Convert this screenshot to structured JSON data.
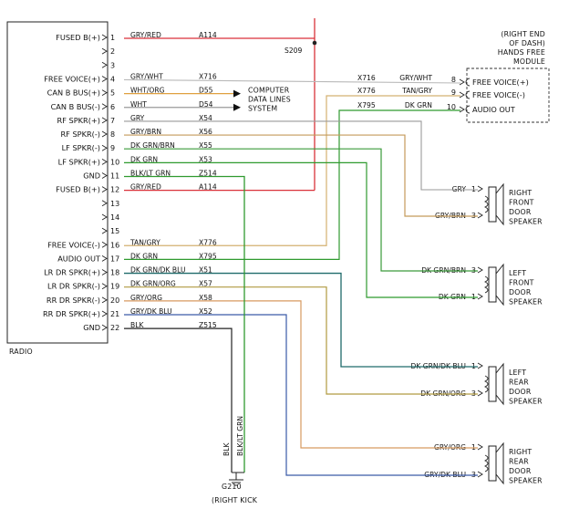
{
  "radio": {
    "name": "RADIO",
    "pins": [
      {
        "num": "1",
        "label": "FUSED B(+)",
        "color": "GRY/RED",
        "circuit": "A114"
      },
      {
        "num": "2",
        "label": "",
        "color": "",
        "circuit": ""
      },
      {
        "num": "3",
        "label": "",
        "color": "",
        "circuit": ""
      },
      {
        "num": "4",
        "label": "FREE VOICE(+)",
        "color": "GRY/WHT",
        "circuit": "X716"
      },
      {
        "num": "5",
        "label": "CAN B BUS(+)",
        "color": "WHT/ORG",
        "circuit": "D55"
      },
      {
        "num": "6",
        "label": "CAN B BUS(-)",
        "color": "WHT",
        "circuit": "D54"
      },
      {
        "num": "7",
        "label": "RF SPKR(+)",
        "color": "GRY",
        "circuit": "X54"
      },
      {
        "num": "8",
        "label": "RF SPKR(-)",
        "color": "GRY/BRN",
        "circuit": "X56"
      },
      {
        "num": "9",
        "label": "LF SPKR(-)",
        "color": "DK GRN/BRN",
        "circuit": "X55"
      },
      {
        "num": "10",
        "label": "LF SPKR(+)",
        "color": "DK GRN",
        "circuit": "X53"
      },
      {
        "num": "11",
        "label": "GND",
        "color": "BLK/LT GRN",
        "circuit": "Z514"
      },
      {
        "num": "12",
        "label": "FUSED B(+)",
        "color": "GRY/RED",
        "circuit": "A114"
      },
      {
        "num": "13",
        "label": "",
        "color": "",
        "circuit": ""
      },
      {
        "num": "14",
        "label": "",
        "color": "",
        "circuit": ""
      },
      {
        "num": "15",
        "label": "",
        "color": "",
        "circuit": ""
      },
      {
        "num": "16",
        "label": "FREE VOICE(-)",
        "color": "TAN/GRY",
        "circuit": "X776"
      },
      {
        "num": "17",
        "label": "AUDIO OUT",
        "color": "DK GRN",
        "circuit": "X795"
      },
      {
        "num": "18",
        "label": "LR DR SPKR(+)",
        "color": "DK GRN/DK BLU",
        "circuit": "X51"
      },
      {
        "num": "19",
        "label": "LR DR SPKR(-)",
        "color": "DK GRN/ORG",
        "circuit": "X57"
      },
      {
        "num": "20",
        "label": "RR DR SPKR(-)",
        "color": "GRY/ORG",
        "circuit": "X58"
      },
      {
        "num": "21",
        "label": "RR DR SPKR(+)",
        "color": "GRY/DK BLU",
        "circuit": "X52"
      },
      {
        "num": "22",
        "label": "GND",
        "color": "BLK",
        "circuit": "Z515"
      }
    ]
  },
  "splice": "S209",
  "data_lines": [
    "COMPUTER",
    "DATA LINES",
    "SYSTEM"
  ],
  "module": {
    "title": [
      "(RIGHT END",
      "OF DASH)",
      "HANDS FREE",
      "MODULE"
    ],
    "pins": [
      {
        "num": "8",
        "label": "FREE VOICE(+)",
        "color": "GRY/WHT",
        "circuit": "X716"
      },
      {
        "num": "9",
        "label": "FREE VOICE(-)",
        "color": "TAN/GRY",
        "circuit": "X776"
      },
      {
        "num": "10",
        "label": "AUDIO OUT",
        "color": "DK GRN",
        "circuit": "X795"
      }
    ]
  },
  "speakers": [
    {
      "name": [
        "RIGHT",
        "FRONT",
        "DOOR",
        "SPEAKER"
      ],
      "pins": [
        {
          "num": "1",
          "color": "GRY"
        },
        {
          "num": "3",
          "color": "GRY/BRN"
        }
      ]
    },
    {
      "name": [
        "LEFT",
        "FRONT",
        "DOOR",
        "SPEAKER"
      ],
      "pins": [
        {
          "num": "3",
          "color": "DK GRN/BRN"
        },
        {
          "num": "1",
          "color": "DK GRN"
        }
      ]
    },
    {
      "name": [
        "LEFT",
        "REAR",
        "DOOR",
        "SPEAKER"
      ],
      "pins": [
        {
          "num": "1",
          "color": "DK GRN/DK BLU"
        },
        {
          "num": "3",
          "color": "DK GRN/ORG"
        }
      ]
    },
    {
      "name": [
        "RIGHT",
        "REAR",
        "DOOR",
        "SPEAKER"
      ],
      "pins": [
        {
          "num": "1",
          "color": "GRY/ORG"
        },
        {
          "num": "3",
          "color": "GRY/DK BLU"
        }
      ]
    }
  ],
  "ground": {
    "name": "G210",
    "note": "(RIGHT KICK",
    "wire_labels": [
      "BLK",
      "BLK/LT GRN"
    ]
  },
  "wire_colors": {
    "gry_red": "#d9323a",
    "gry_wht": "#b9b9b9",
    "wht_org": "#e0a040",
    "wht": "#9a9a9a",
    "gry": "#9a9a9a",
    "gry_brn": "#c49a5a",
    "dk_grn_brn": "#3a9a3a",
    "dk_grn": "#2f9a2f",
    "blk_lt_grn": "#2f9a2f",
    "tan_gry": "#d4b070",
    "dk_grn_dk_blu": "#1f6a6a",
    "dk_grn_org": "#b09a40",
    "gry_org": "#d79a60",
    "gry_dk_blu": "#3a5aa8",
    "blk": "#222222"
  }
}
